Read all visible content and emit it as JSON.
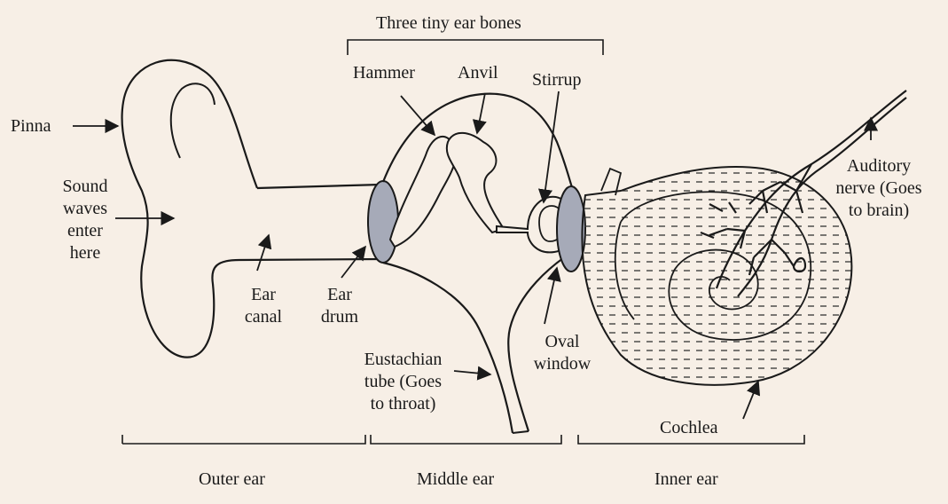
{
  "colors": {
    "background": "#f7efe6",
    "ink": "#1a1a1a",
    "membrane_fill": "#a6aab8"
  },
  "labels": {
    "bones_title": "Three tiny ear bones",
    "hammer": "Hammer",
    "anvil": "Anvil",
    "stirrup": "Stirrup",
    "pinna": "Pinna",
    "sound_waves": [
      "Sound",
      "waves",
      "enter",
      "here"
    ],
    "ear_canal": [
      "Ear",
      "canal"
    ],
    "ear_drum": [
      "Ear",
      "drum"
    ],
    "oval_window": [
      "Oval",
      "window"
    ],
    "eustachian": [
      "Eustachian",
      "tube (Goes",
      "to throat)"
    ],
    "auditory_nerve": [
      "Auditory",
      "nerve (Goes",
      "to brain)"
    ],
    "cochlea": "Cochlea",
    "outer_ear": "Outer ear",
    "middle_ear": "Middle ear",
    "inner_ear": "Inner ear"
  }
}
